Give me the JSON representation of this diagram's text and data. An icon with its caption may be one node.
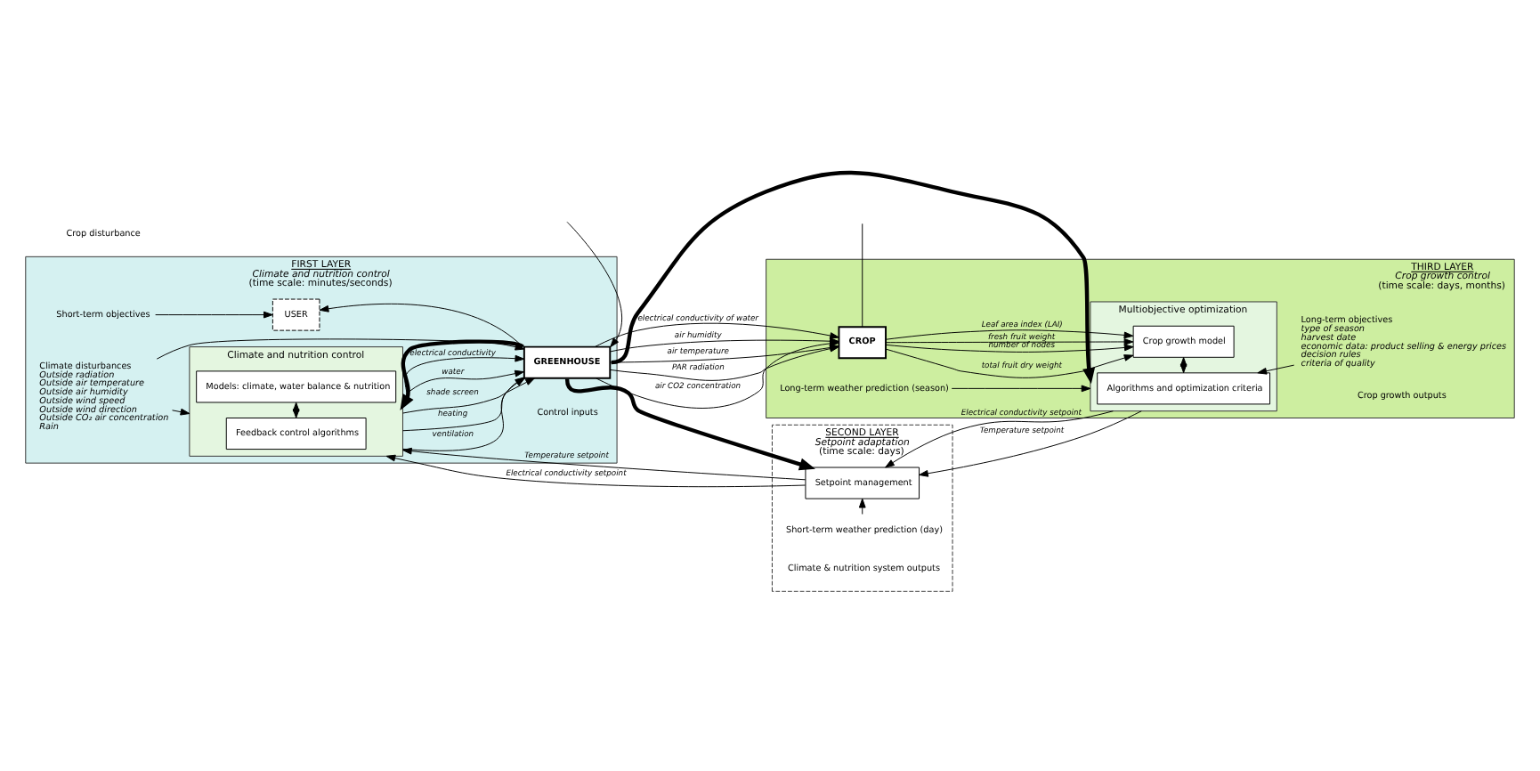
{
  "diagram": {
    "nodes": [
      {
        "text": [
          "FIRST LAYER",
          "Climate and nutrition control",
          "(time scale: minutes/seconds)"
        ]
      },
      {
        "text": [
          "SECOND LAYER",
          "Setpoint adaptation",
          "(time scale: days)"
        ]
      },
      {
        "text": [
          "THIRD LAYER",
          "Crop growth control",
          "(time scale: days, months)"
        ]
      },
      {
        "text": [
          "USER"
        ],
        "in": 0
      },
      {
        "text": [
          "Short-term objectives"
        ],
        "in": 0
      },
      {
        "text": [
          "Climate and nutrition control"
        ],
        "in": 0
      },
      {
        "text": [
          "Feedback control algorithms"
        ],
        "in": 5
      },
      {
        "text": [
          "Models: climate, water balance & nutrition"
        ],
        "in": 5
      },
      {
        "text": [
          "Climate disturbances",
          "Outside radiation",
          "Outside air temperature",
          "Outside air humidity",
          "Outside wind speed",
          "Outside wind direction",
          "Outside CO₂ air concentration",
          "Rain"
        ],
        "in": 0
      },
      {
        "text": [
          "GREENHOUSE"
        ],
        "in": 0
      },
      {
        "text": [
          "Short-term weather prediction (day)"
        ],
        "in": 1
      },
      {
        "text": [
          "Setpoint management"
        ],
        "in": 1
      },
      {
        "text": [
          "Long-term weather prediction (season)"
        ],
        "in": 2
      },
      {
        "text": [
          "Multiobjective optimization"
        ],
        "in": 2
      },
      {
        "text": [
          "Algorithms and optimization criteria"
        ],
        "in": 13
      },
      {
        "text": [
          "Crop growth model"
        ],
        "in": 13
      },
      {
        "text": [
          "Long-term objectives",
          "type of season",
          "harvest date",
          "economic data: product selling & energy prices",
          "decision rules",
          "criteria of quality"
        ],
        "in": 2
      },
      {
        "text": [
          "CROP"
        ],
        "in": 2
      }
    ],
    "edges": [
      {
        "from": 4,
        "to": 3,
        "arrow": "to"
      },
      {
        "from": 10,
        "to": 11,
        "arrow": "to"
      },
      {
        "from": 12,
        "to": 13,
        "arrow": "to"
      },
      {
        "from": 16,
        "to": 14,
        "arrow": "to"
      },
      {
        "from": 13,
        "to": 11,
        "arrow": "to",
        "label": "Temperature setpoint"
      },
      {
        "from": 13,
        "to": 11,
        "arrow": "to",
        "label": "Electrical conductivity setpoint"
      },
      {
        "from": 11,
        "to": 5,
        "arrow": "to",
        "label": "Temperature setpoint"
      },
      {
        "from": 11,
        "to": 5,
        "arrow": "to",
        "label": "Electrical conductivity setpoint"
      },
      {
        "from": 6,
        "to": 7,
        "arrow": "both"
      },
      {
        "from": 14,
        "to": 15,
        "arrow": "both"
      },
      {
        "from": 8,
        "to": 5,
        "arrow": "to"
      },
      {
        "from": 8,
        "to": 9,
        "arrow": "to"
      },
      {
        "from": 5,
        "to": 9,
        "arrow": "to",
        "label": "ventilation"
      },
      {
        "from": 5,
        "to": 9,
        "arrow": "to",
        "label": "heating"
      },
      {
        "from": 5,
        "to": 9,
        "arrow": "to",
        "label": "shade screen"
      },
      {
        "from": 5,
        "to": 9,
        "arrow": "to",
        "label": "water"
      },
      {
        "from": 5,
        "to": 9,
        "arrow": "to",
        "label": "electrical conductivity"
      },
      {
        "from": 9,
        "to": 17,
        "arrow": "to",
        "label": "air humidity"
      },
      {
        "from": 9,
        "to": 17,
        "arrow": "to",
        "label": "air temperature"
      },
      {
        "from": 9,
        "to": 17,
        "arrow": "to",
        "label": "PAR radiation"
      },
      {
        "from": 9,
        "to": 17,
        "arrow": "to",
        "label": "air CO2 concentration"
      },
      {
        "from": 9,
        "to": 17,
        "arrow": "to",
        "label": "electrical conductivity of water"
      },
      {
        "from": 9,
        "to": 5,
        "arrow": "to",
        "style": "thick"
      },
      {
        "from": 9,
        "to": 11,
        "arrow": "to",
        "style": "thick"
      },
      {
        "from": 9,
        "to": 3,
        "arrow": "to"
      },
      {
        "from": 9,
        "to": 13,
        "arrow": "to",
        "style": "thick"
      },
      {
        "from": 17,
        "to": 15,
        "arrow": "to",
        "label": "total fruit dry weight"
      },
      {
        "from": 17,
        "to": 15,
        "arrow": "to",
        "label": "number of nodes"
      },
      {
        "from": 17,
        "to": 15,
        "arrow": "to",
        "label": "fresh fruit weight"
      },
      {
        "from": 17,
        "to": 15,
        "arrow": "to",
        "label": "Leaf area index (LAI)"
      },
      {
        "from": null,
        "to": 9,
        "arrow": "to"
      },
      {
        "from": null,
        "to": 17,
        "arrow": "none"
      }
    ],
    "labels": [
      "Control inputs",
      "Climate & nutrition system outputs",
      "Crop growth outputs",
      "Crop disturbance"
    ]
  }
}
